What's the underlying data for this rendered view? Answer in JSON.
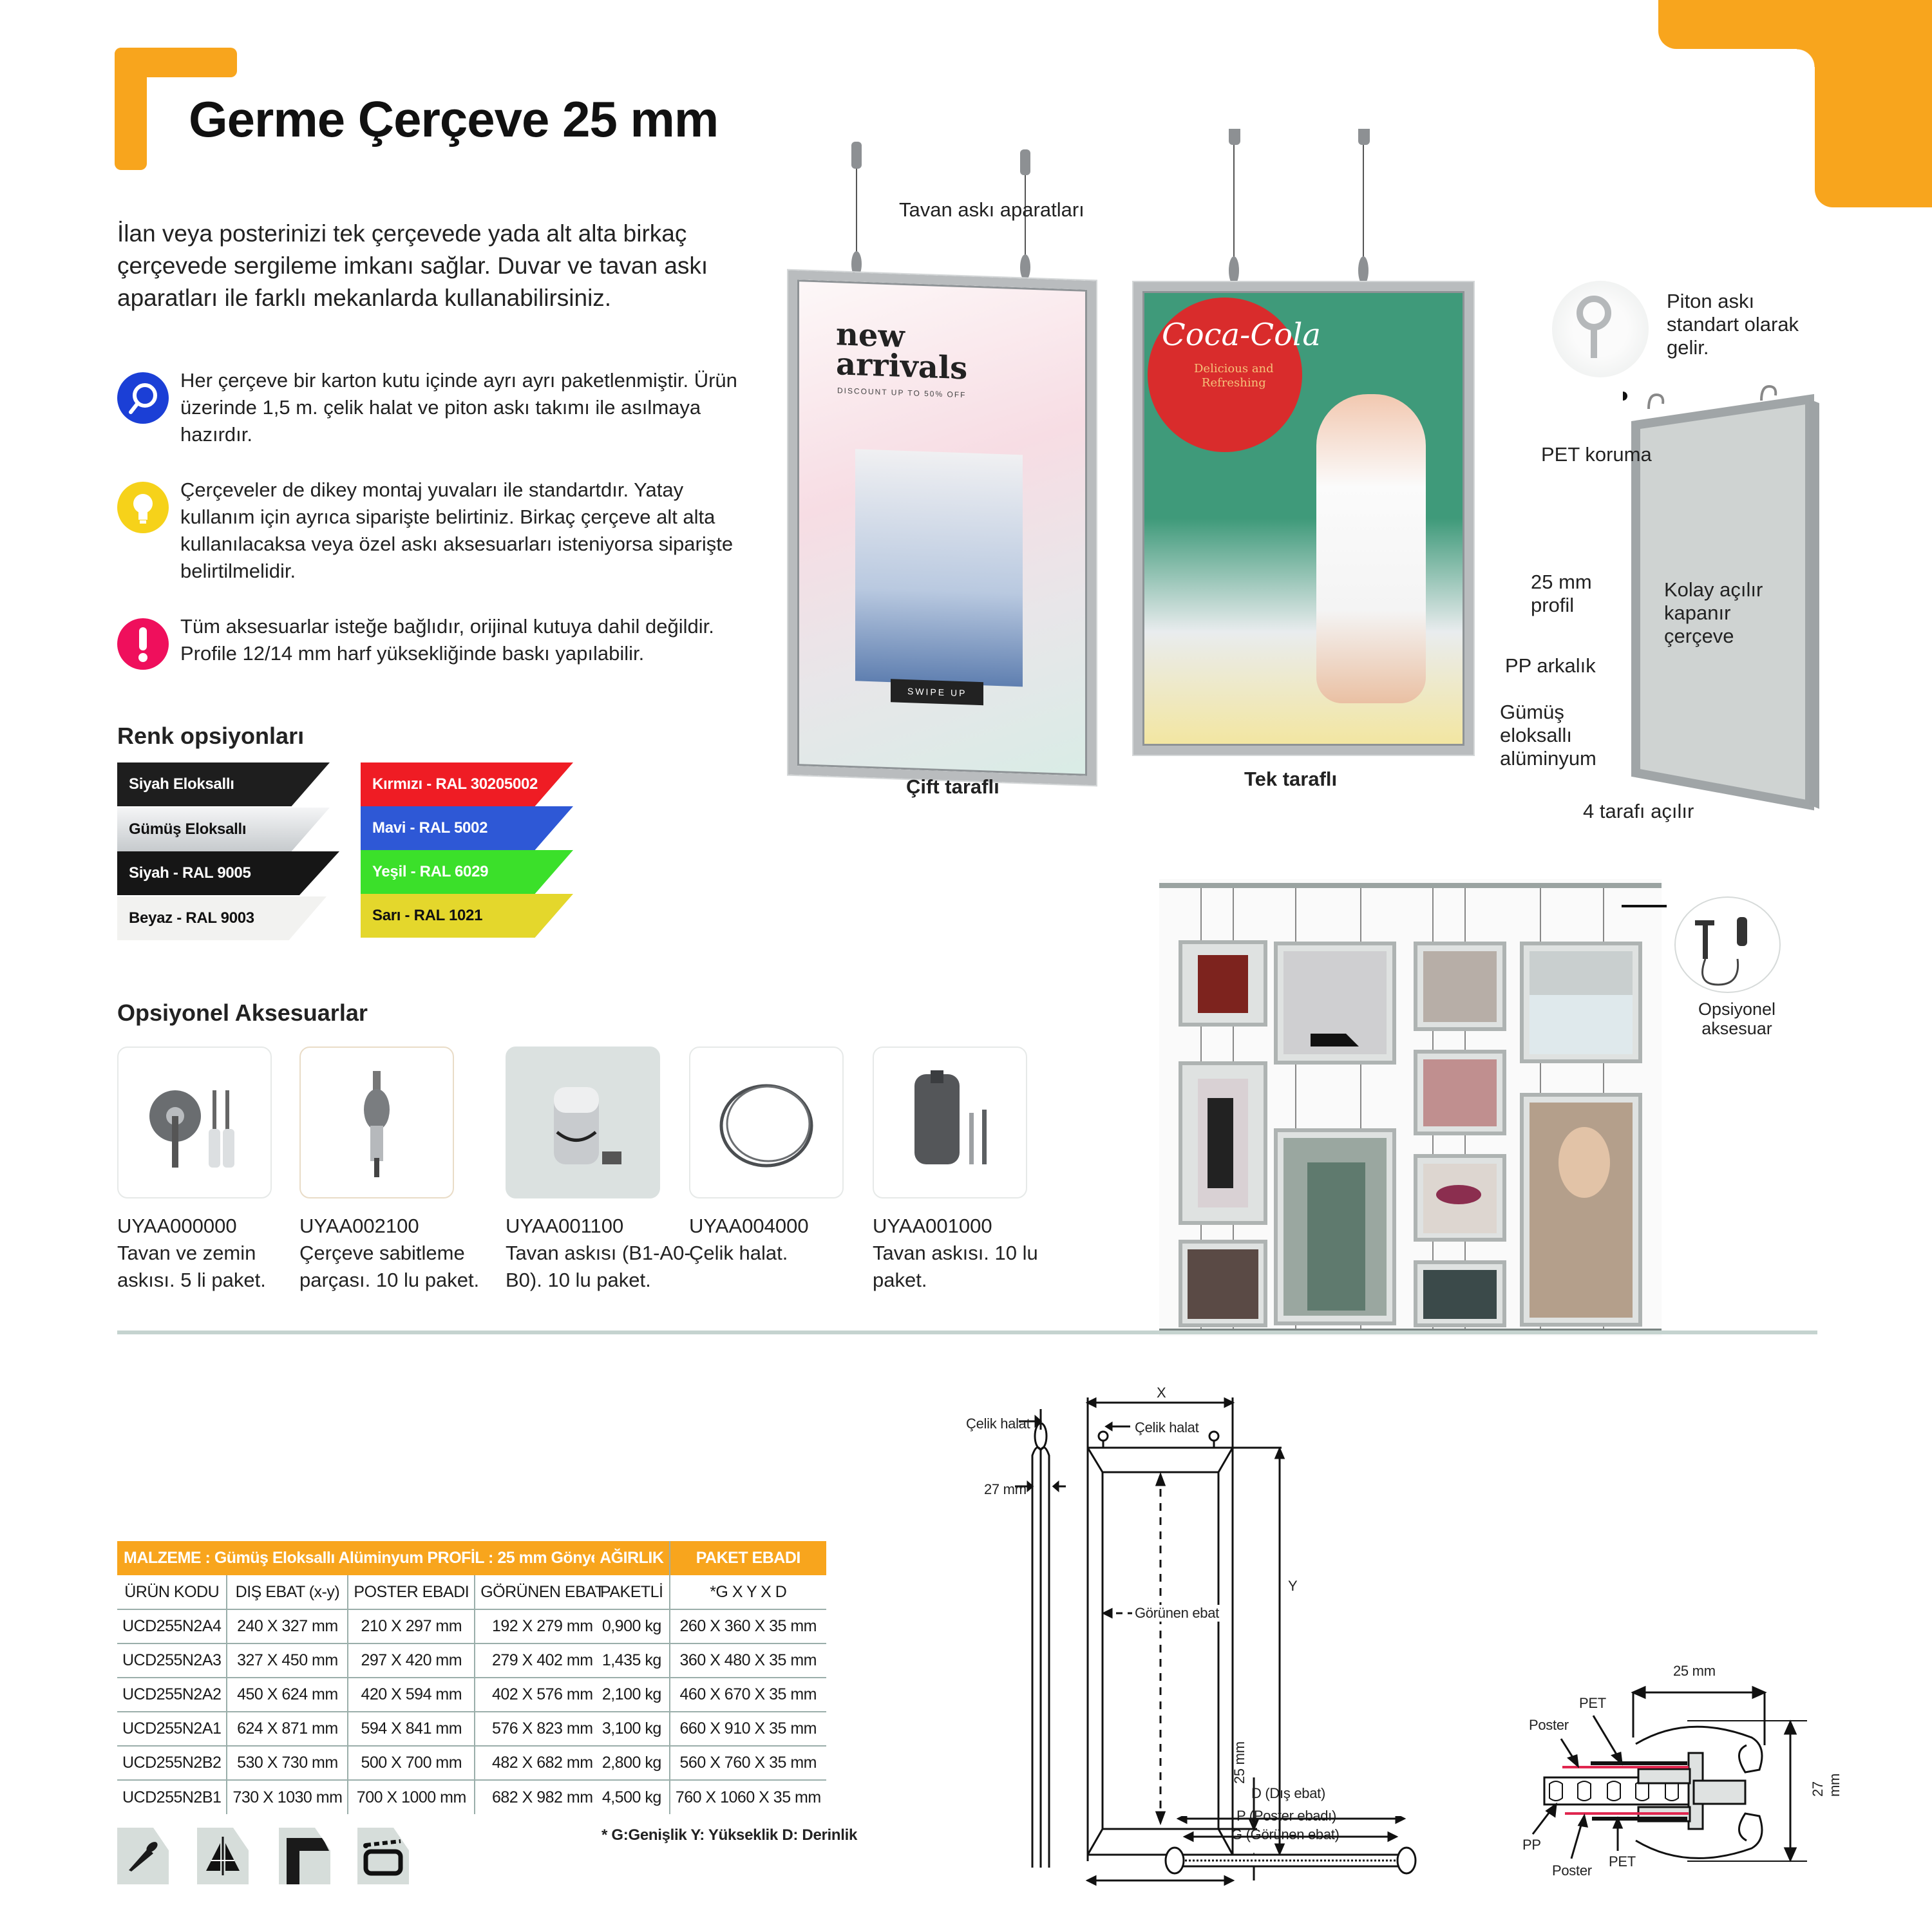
{
  "header": {
    "title": "Germe Çerçeve 25 mm",
    "intro": "İlan veya posterinizi tek çerçevede yada alt alta birkaç çerçevede sergileme imkanı sağlar. Duvar ve tavan askı aparatları ile farklı mekanlarda kullanabilirsiniz."
  },
  "notes": [
    {
      "icon": "magnifier-icon",
      "color": "#1b3fd6",
      "text": "Her çerçeve bir karton kutu içinde ayrı ayrı paketlenmiştir. Ürün üzerinde 1,5 m. çelik halat ve piton askı takımı ile asılmaya hazırdır."
    },
    {
      "icon": "lightbulb-icon",
      "color": "#f6d21a",
      "text": "Çerçeveler de dikey montaj yuvaları ile standartdır. Yatay kullanım için ayrıca siparişte belirtiniz. Birkaç çerçeve alt alta kullanılacaksa veya özel askı aksesuarları isteniyorsa siparişte belirtilmelidir."
    },
    {
      "icon": "exclamation-icon",
      "color": "#ef0f5c",
      "text": "Tüm aksesuarlar isteğe bağlıdır, orijinal kutuya dahil değildir. Profile 12/14 mm harf yüksekliğinde baskı yapılabilir."
    }
  ],
  "colors": {
    "title": "Renk opsiyonları",
    "left": [
      {
        "label": "Siyah Eloksallı",
        "bg": "#1e1e1e",
        "fg": "#ffffff"
      },
      {
        "label": "Gümüş Eloksallı",
        "bg": "#d9dcdf",
        "fg": "#111111"
      },
      {
        "label": "Siyah  - RAL 9005",
        "bg": "#161616",
        "fg": "#ffffff"
      },
      {
        "label": "Beyaz - RAL 9003",
        "bg": "#f4f4f2",
        "fg": "#111111"
      }
    ],
    "right": [
      {
        "label": "Kırmızı - RAL 30205002",
        "bg": "#ef1c24",
        "fg": "#ffffff"
      },
      {
        "label": "Mavi - RAL 5002",
        "bg": "#2e58d6",
        "fg": "#ffffff"
      },
      {
        "label": "Yeşil  - RAL 6029",
        "bg": "#3be02a",
        "fg": "#ffffff"
      },
      {
        "label": "Sarı - RAL 1021",
        "bg": "#e4d72c",
        "fg": "#111111"
      }
    ]
  },
  "accessories": {
    "title": "Opsiyonel Aksesuarlar",
    "items": [
      {
        "code": "UYAA000000",
        "desc": "Tavan ve zemin askısı. 5 li paket."
      },
      {
        "code": "UYAA002100",
        "desc": "Çerçeve sabitleme parçası. 10 lu paket."
      },
      {
        "code": "UYAA001100",
        "desc": "Tavan askısı (B1-A0-B0). 10 lu paket."
      },
      {
        "code": "UYAA004000",
        "desc": "Çelik halat."
      },
      {
        "code": "UYAA001000",
        "desc": "Tavan askısı. 10 lu paket."
      }
    ]
  },
  "product_images": {
    "ceiling_label": "Tavan askı aparatları",
    "poster1": {
      "line1": "new",
      "line2": "arrivals",
      "sub": "DISCOUNT UP TO 50% OFF",
      "cta": "SWIPE UP"
    },
    "poster2": {
      "brand": "Coca-Cola",
      "sub1": "Delicious and",
      "sub2": "Refreshing"
    },
    "caption_double": "Çift taraflı",
    "caption_single": "Tek taraflı"
  },
  "frame_callouts": {
    "hook": "Piton askı standart olarak gelir.",
    "pet": "PET koruma",
    "profile": "25 mm profil",
    "easy": "Kolay açılır kapanır çerçeve",
    "pp": "PP arkalık",
    "alu": "Gümüş eloksallı alüminyum",
    "four_sides": "4 tarafı açılır"
  },
  "gallery": {
    "optional_label": "Opsiyonel aksesuar"
  },
  "spec_table": {
    "header": "MALZEME : Gümüş Eloksallı Alüminyum PROFİL : 25 mm Gönye",
    "columns": [
      "ÜRÜN KODU",
      "DIŞ EBAT (x-y)",
      "POSTER EBADI",
      "GÖRÜNEN EBAT"
    ],
    "rows": [
      [
        "UCD255N2A4",
        "240 X 327 mm",
        "210 X 297 mm",
        "192 X 279 mm"
      ],
      [
        "UCD255N2A3",
        "327 X 450 mm",
        "297 X 420 mm",
        "279 X 402 mm"
      ],
      [
        "UCD255N2A2",
        "450 X 624 mm",
        "420 X 594 mm",
        "402 X 576 mm"
      ],
      [
        "UCD255N2A1",
        "624 X 871 mm",
        "594 X 841 mm",
        "576 X 823 mm"
      ],
      [
        "UCD255N2B2",
        "530 X 730 mm",
        "500 X 700 mm",
        "482 X 682 mm"
      ],
      [
        "UCD255N2B1",
        "730 X 1030 mm",
        "700 X 1000 mm",
        "682 X 982 mm"
      ]
    ]
  },
  "package_table": {
    "columns": [
      "AĞIRLIK",
      "PAKET EBADI"
    ],
    "subheader": [
      "PAKETLİ",
      "*G X Y X D"
    ],
    "rows": [
      [
        "0,900 kg",
        "260 X 360 X 35 mm"
      ],
      [
        "1,435 kg",
        "360 X 480 X 35 mm"
      ],
      [
        "2,100 kg",
        "460 X 670 X 35 mm"
      ],
      [
        "3,100 kg",
        "660 X 910 X 35 mm"
      ],
      [
        "2,800 kg",
        "560 X 760 X 35 mm"
      ],
      [
        "4,500 kg",
        "760 X 1060 X 35 mm"
      ]
    ],
    "footnote": "* G:Genişlik  Y: Yükseklik  D: Derinlik"
  },
  "feature_icons": [
    "screw-icon",
    "symmetry-icon",
    "frame-corner-icon",
    "clapperboard-icon"
  ],
  "drawing": {
    "side_cable": "Çelik halat",
    "side_depth": "27 mm",
    "x": "X",
    "y": "Y",
    "front_cable": "Çelik halat",
    "visible": "Görünen ebat",
    "profile_25": "25 mm",
    "d": "D (Dış ebat)",
    "p": "P (Poster ebadı)",
    "g": "G (Görünen ebat)"
  },
  "section": {
    "width": "25 mm",
    "height": "27 mm",
    "pet_top": "PET",
    "poster_top": "Poster",
    "pp": "PP",
    "poster_bottom": "Poster",
    "pet_bottom": "PET"
  }
}
